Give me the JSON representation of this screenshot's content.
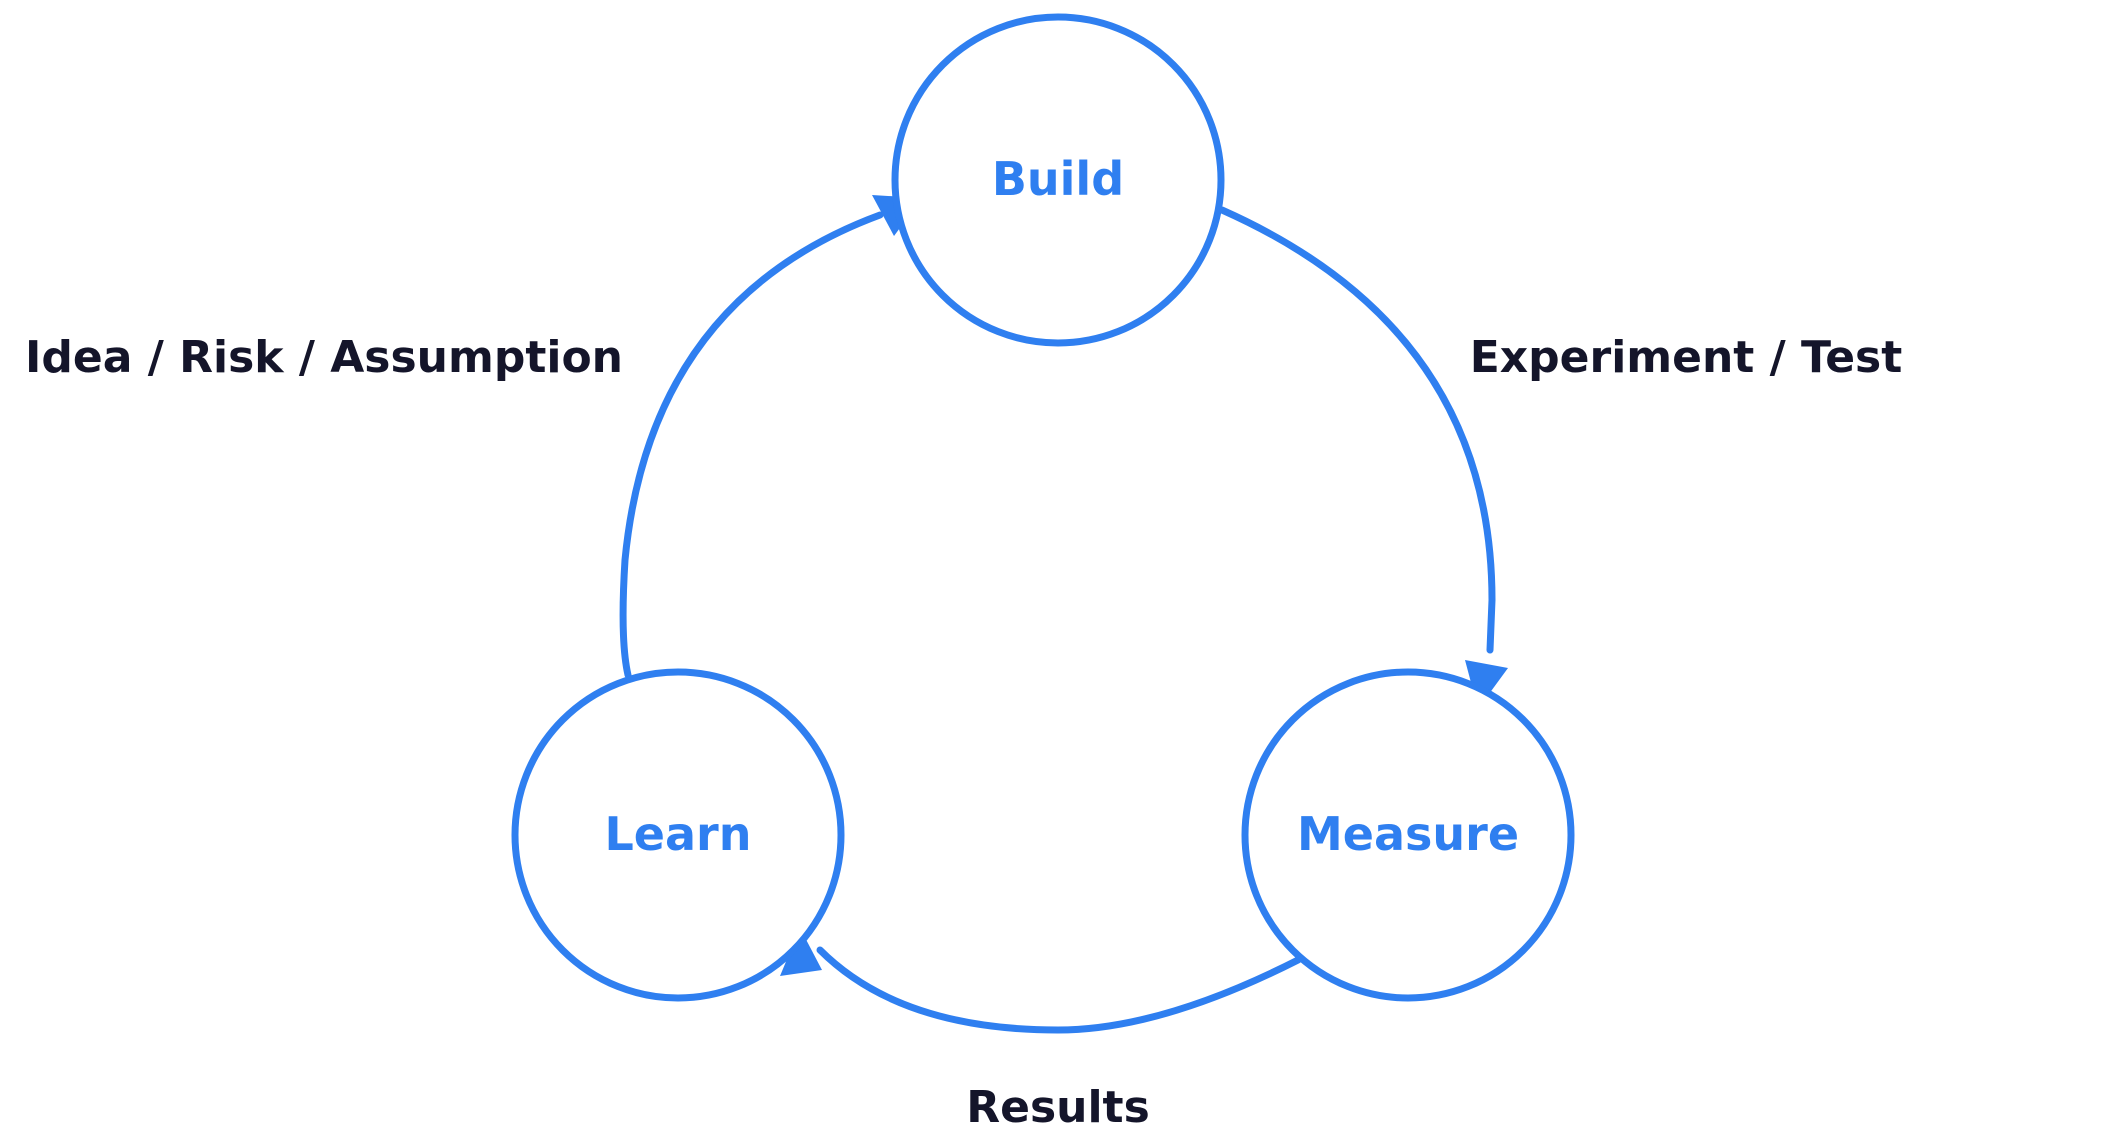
{
  "diagram": {
    "nodes": {
      "build": {
        "label": "Build"
      },
      "measure": {
        "label": "Measure"
      },
      "learn": {
        "label": "Learn"
      }
    },
    "edges": {
      "build_to_measure": {
        "label": "Experiment / Test"
      },
      "measure_to_learn": {
        "label": "Results"
      },
      "learn_to_build": {
        "label": "Idea / Risk / Assumption"
      }
    },
    "colors": {
      "accent": "#2f7ff0",
      "text": "#14152a",
      "background": "#ffffff"
    }
  }
}
